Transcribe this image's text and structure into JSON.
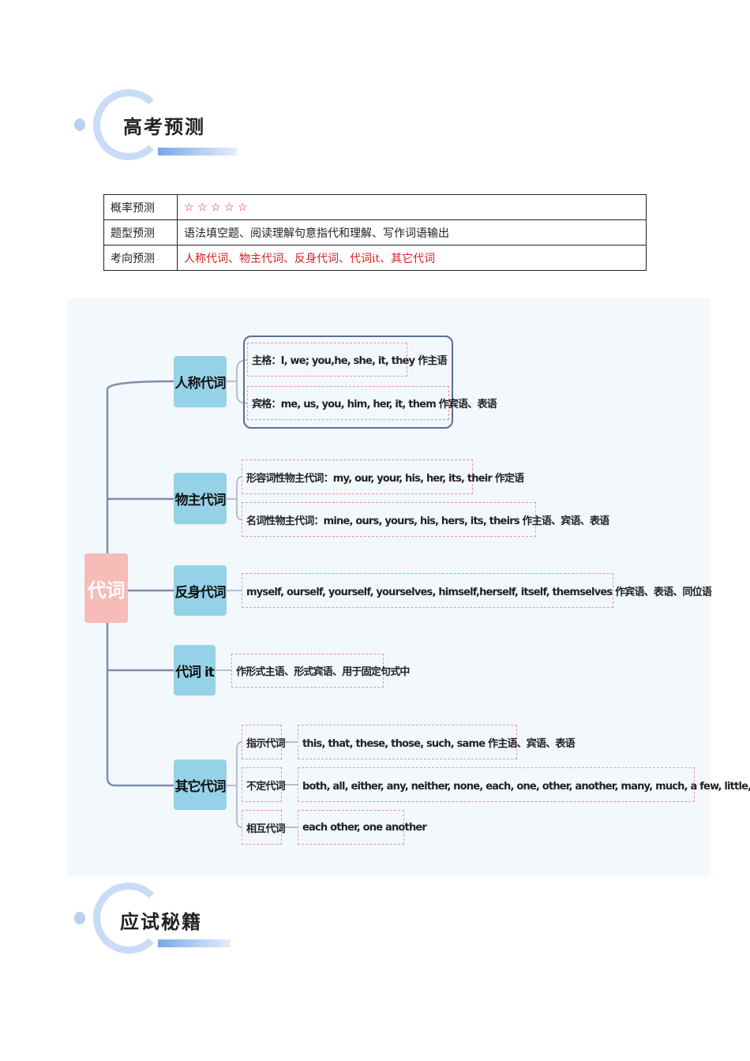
{
  "header1": {
    "title": "高考预测"
  },
  "table": [
    {
      "label": "概率预测",
      "value": "☆ ☆ ☆ ☆ ☆",
      "stars": 5
    },
    {
      "label": "题型预测",
      "value": "语法填空题、阅读理解句意指代和理解、写作词语输出"
    },
    {
      "label": "考向预测",
      "value": "人称代词、物主代词、反身代词、代词it、其它代词"
    }
  ],
  "mindmap": {
    "root": "代词",
    "categories": [
      {
        "label": "人称代词",
        "leaves": [
          "主格：I, we; you,he, she, it, they 作主语",
          "宾格：me, us, you, him, her, it, them 作宾语、表语"
        ]
      },
      {
        "label": "物主代词",
        "leaves": [
          "形容词性物主代词：my, our, your, his, her, its, their 作定语",
          "名词性物主代词：mine, ours, yours, his, hers, its, theirs 作主语、宾语、表语"
        ]
      },
      {
        "label": "反身代词",
        "leaves": [
          "myself, ourself, yourself, yourselves, himself,herself, itself, themselves 作宾语、表语、同位语"
        ]
      },
      {
        "label": "代词 it",
        "leaves": [
          "作形式主语、形式宾语、用于固定句式中"
        ]
      },
      {
        "label": "其它代词",
        "subs": [
          {
            "label": "指示代词",
            "leaf": "this, that, these, those, such, same 作主语、宾语、表语"
          },
          {
            "label": "不定代词",
            "leaf": "both, all, either, any, neither, none, each, one, other, another, many, much, a few, little, some等。"
          },
          {
            "label": "相互代词",
            "leaf": "each other, one another"
          }
        ]
      }
    ]
  },
  "header2": {
    "title": "应试秘籍"
  },
  "colors": {
    "root": "#f6bcb7",
    "category": "#95d2e7",
    "red": "#d42020",
    "background": "#f3f8fd"
  }
}
